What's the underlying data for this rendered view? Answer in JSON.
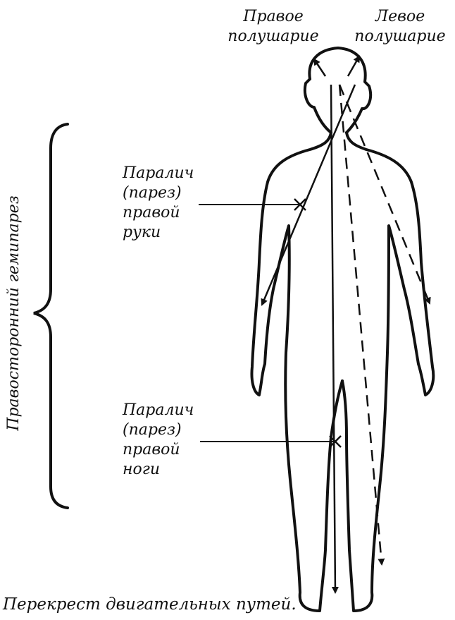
{
  "labels": {
    "right_hemisphere": [
      "Правое",
      "полушарие"
    ],
    "left_hemisphere": [
      "Левое",
      "полушарие"
    ],
    "arm_paralysis": [
      "Паралич",
      "(парез)",
      "правой",
      "руки"
    ],
    "leg_paralysis": [
      "Паралич",
      "(парез)",
      "правой",
      "ноги"
    ],
    "hemiparesis": "Правосторонний гемипарез",
    "caption": "Перекрест двигательных путей."
  },
  "colors": {
    "ink": "#111111",
    "background": "#ffffff"
  }
}
